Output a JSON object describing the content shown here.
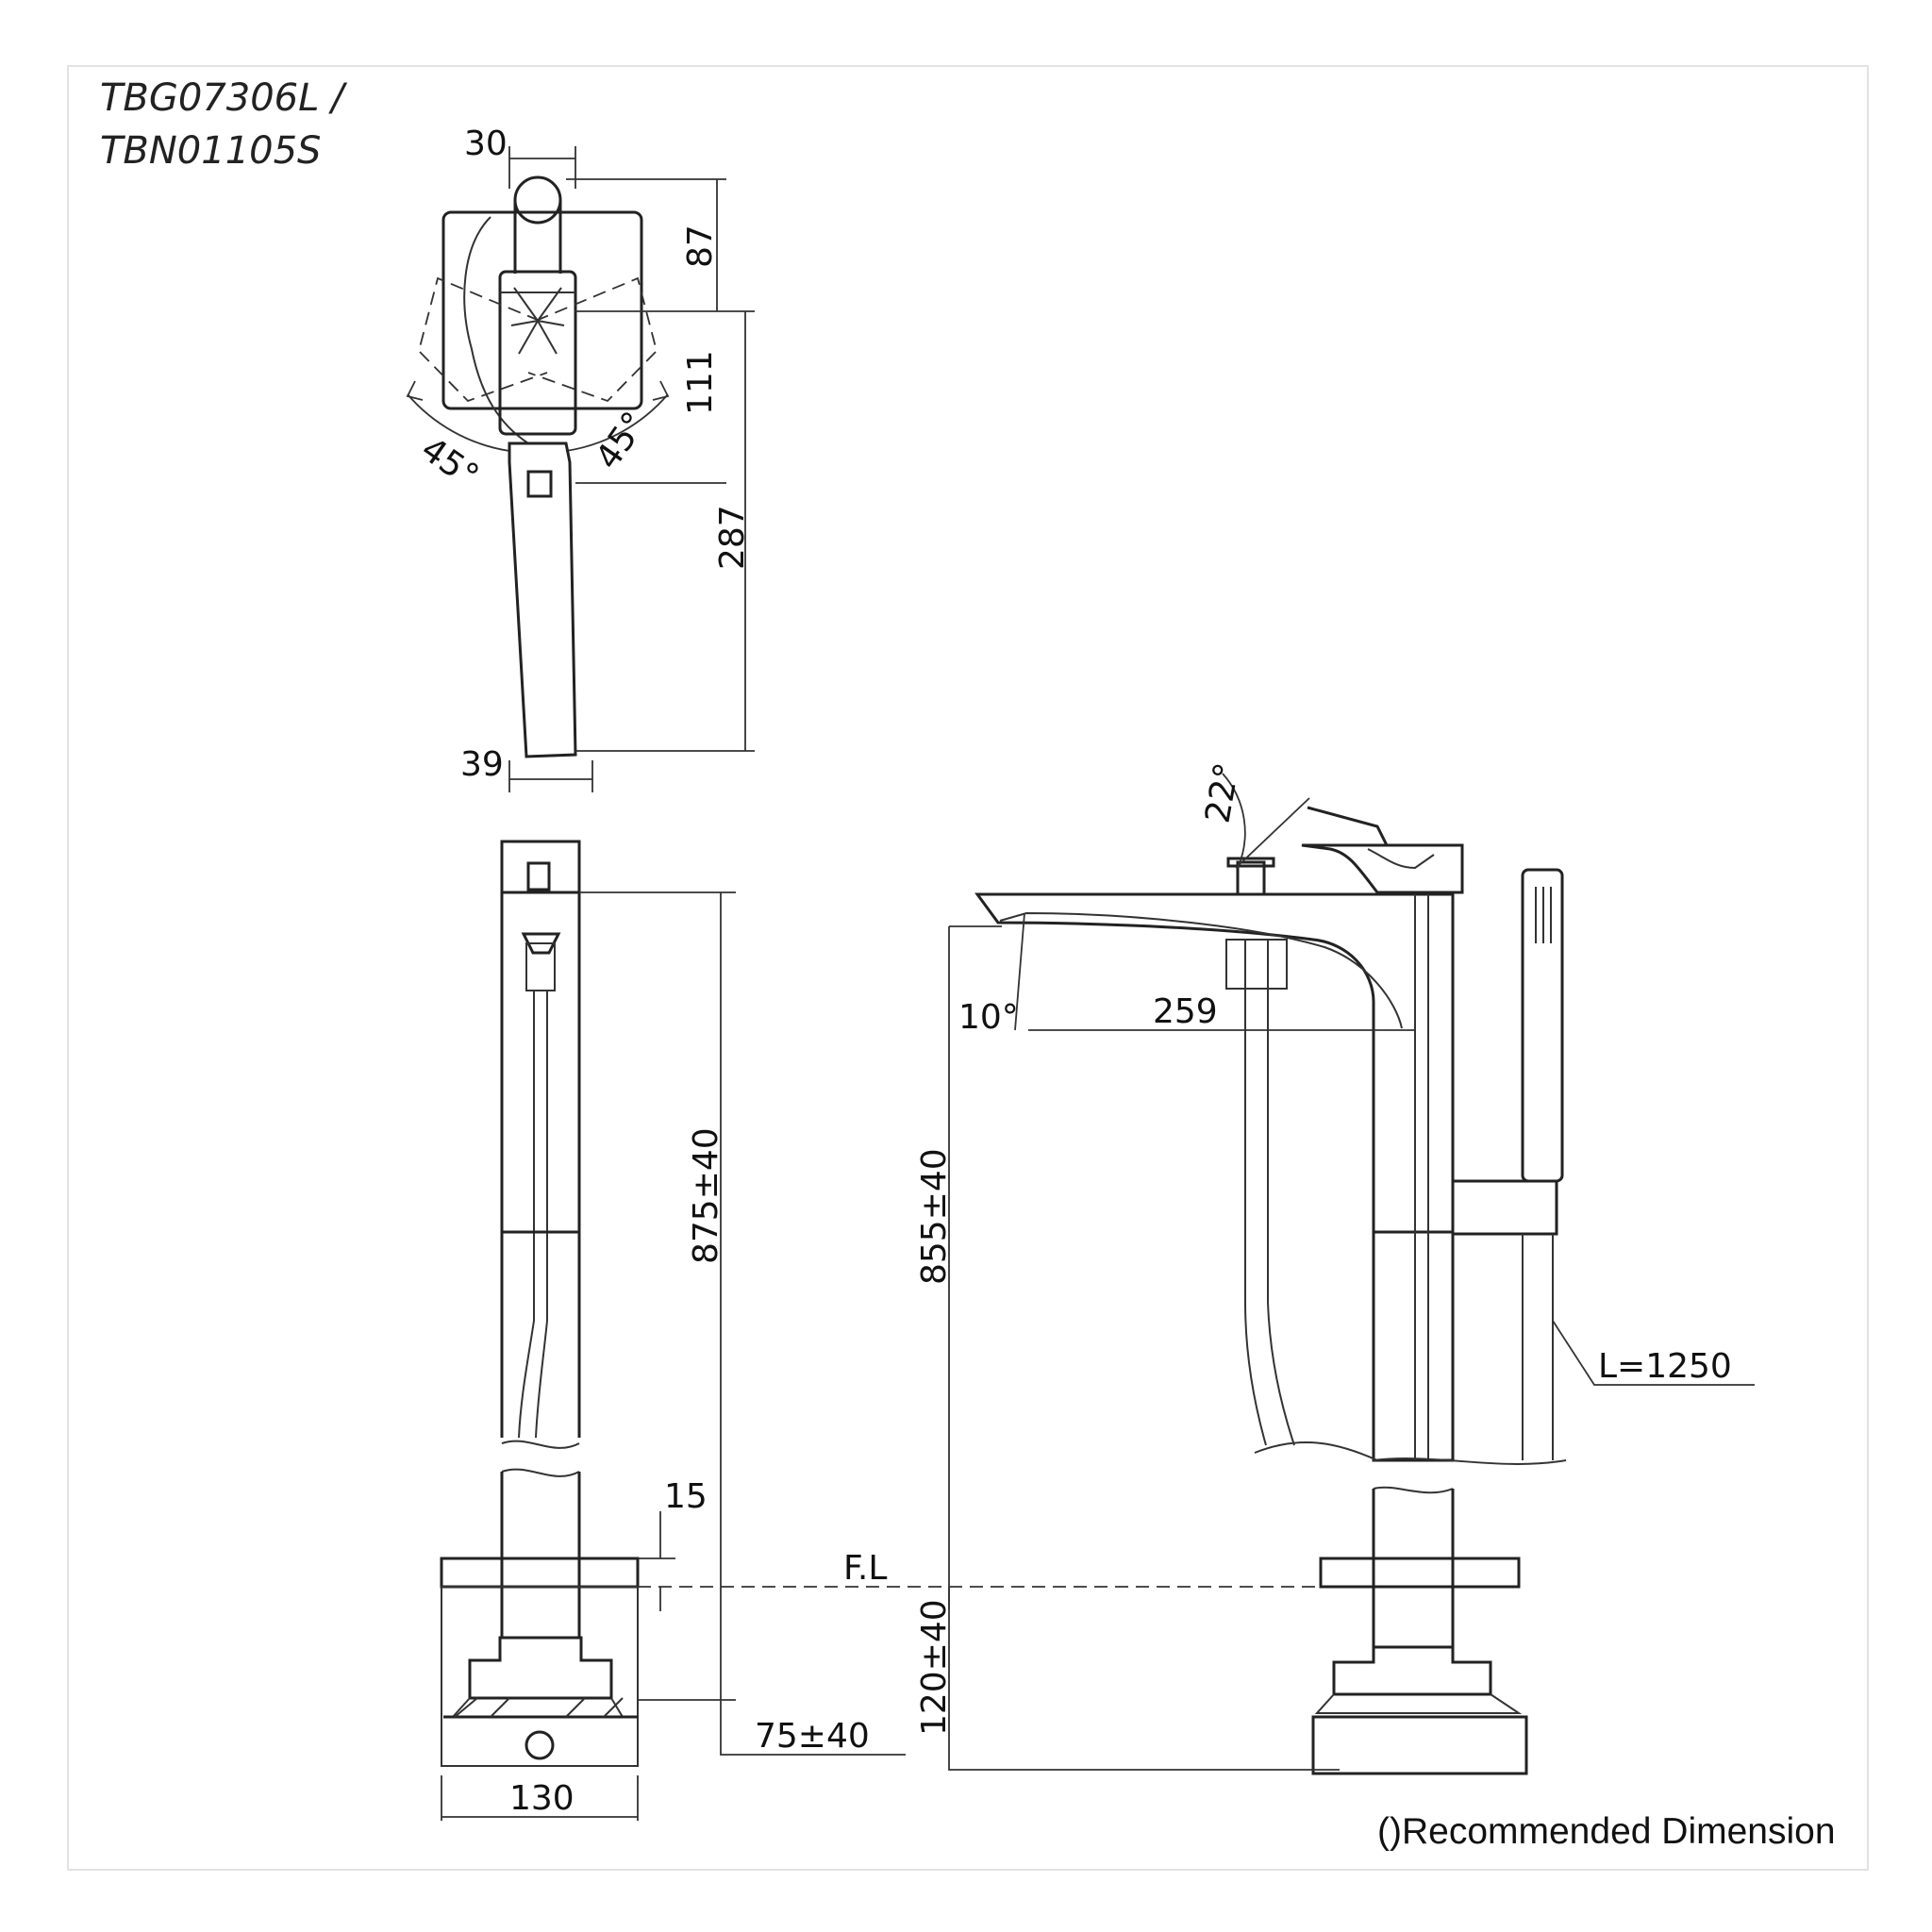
{
  "models": {
    "line1": "TBG07306L /",
    "line2": "TBN01105S"
  },
  "note": "()Recommended Dimension",
  "top_view": {
    "handle_offset": "30",
    "handle_to_center": "87",
    "center_to_handle_end": "111",
    "spout_length": "287",
    "spout_tip_width": "39",
    "angle_left": "45°",
    "angle_right": "45°"
  },
  "front_view": {
    "height": "875±40",
    "flange": "15",
    "floor_label": "F.L",
    "depth": "75±40",
    "base_width": "130"
  },
  "side_view": {
    "lever_angle": "22°",
    "spout_angle": "10°",
    "spout_reach": "259",
    "height": "855±40",
    "depth": "120±40",
    "hose_length": "L=1250"
  }
}
